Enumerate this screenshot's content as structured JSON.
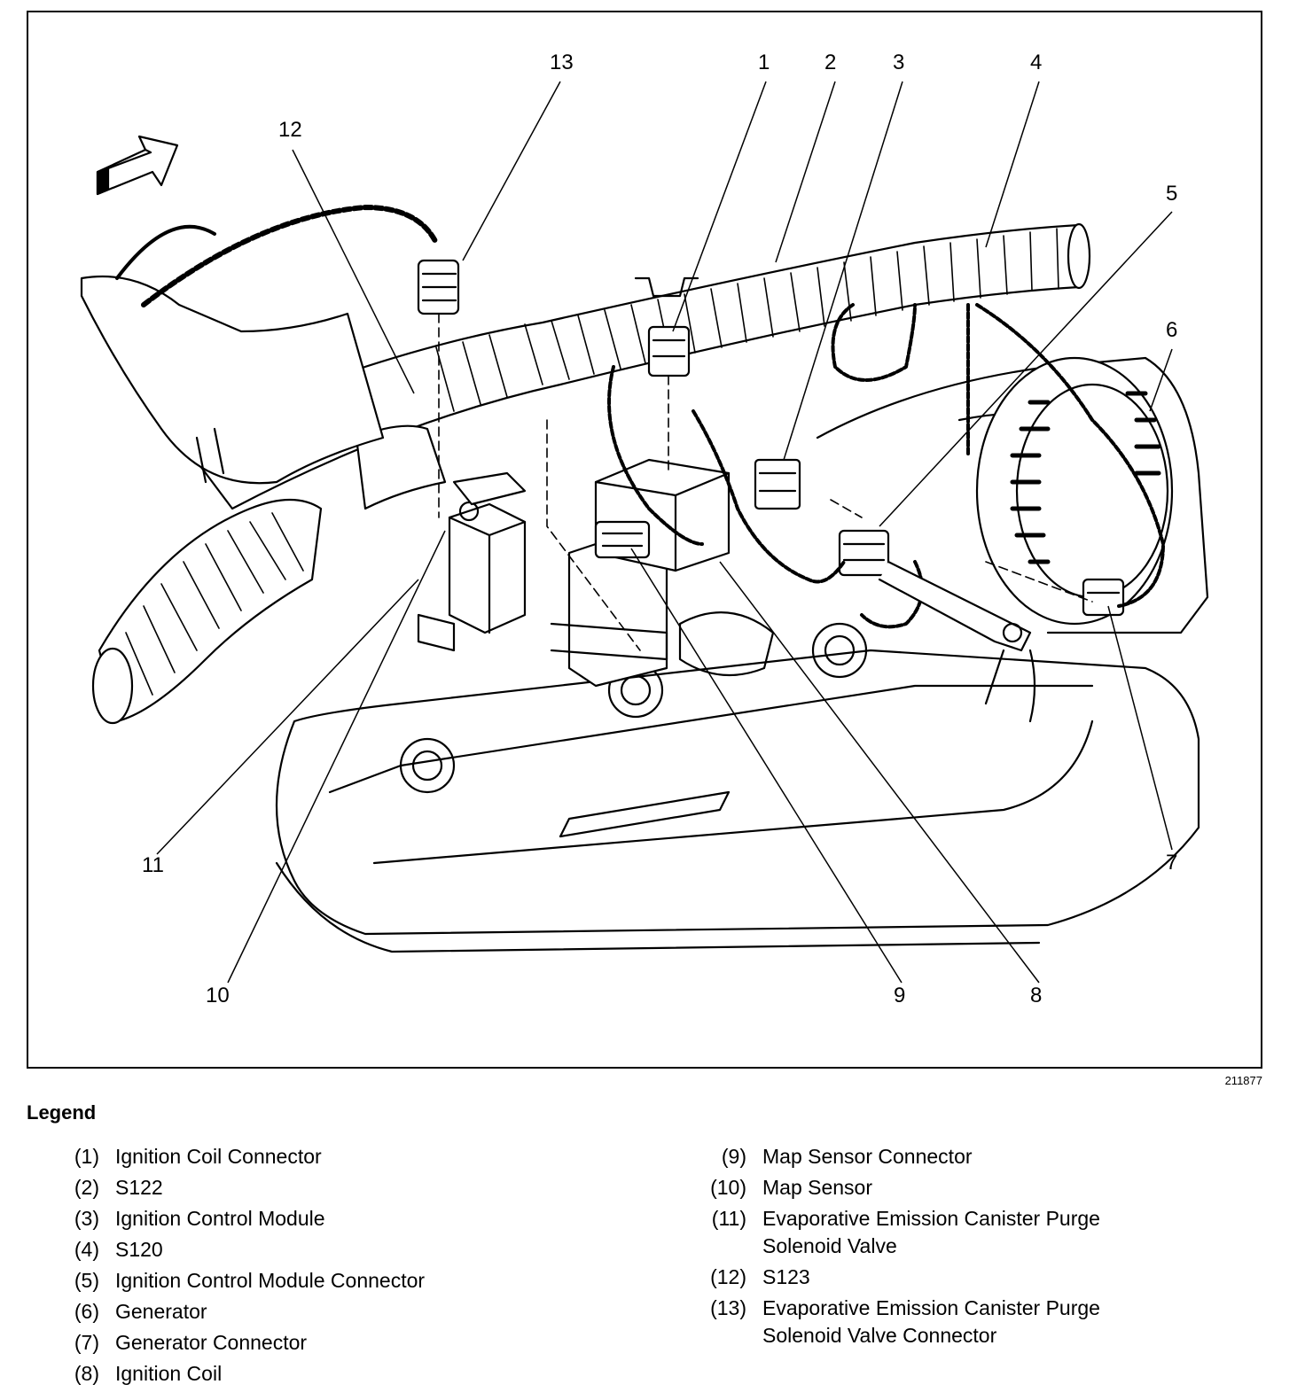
{
  "figure": {
    "id": "211877",
    "callouts": [
      "1",
      "2",
      "3",
      "4",
      "5",
      "6",
      "7",
      "8",
      "9",
      "10",
      "11",
      "12",
      "13"
    ]
  },
  "legend": {
    "title": "Legend",
    "items": [
      {
        "num": "(1)",
        "text": "Ignition Coil Connector"
      },
      {
        "num": "(2)",
        "text": "S122"
      },
      {
        "num": "(3)",
        "text": "Ignition Control Module"
      },
      {
        "num": "(4)",
        "text": "S120"
      },
      {
        "num": "(5)",
        "text": "Ignition Control Module Connector"
      },
      {
        "num": "(6)",
        "text": "Generator"
      },
      {
        "num": "(7)",
        "text": "Generator Connector"
      },
      {
        "num": "(8)",
        "text": "Ignition Coil"
      },
      {
        "num": "(9)",
        "text": "Map Sensor Connector"
      },
      {
        "num": "(10)",
        "text": "Map Sensor"
      },
      {
        "num": "(11)",
        "text": "Evaporative Emission Canister Purge Solenoid Valve"
      },
      {
        "num": "(12)",
        "text": "S123"
      },
      {
        "num": "(13)",
        "text": "Evaporative Emission Canister Purge Solenoid Valve Connector"
      }
    ]
  }
}
